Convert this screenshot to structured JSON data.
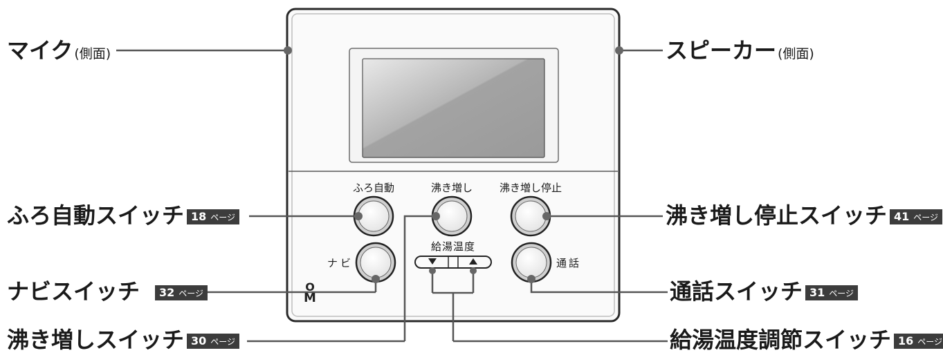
{
  "callouts": {
    "mic": {
      "label": "マイク",
      "suffix": "(側面)"
    },
    "speaker": {
      "label": "スピーカー",
      "suffix": "(側面)"
    },
    "bath_auto": {
      "label": "ふろ自動スイッチ",
      "page_num": "18",
      "page_unit": "ページ"
    },
    "navi": {
      "label": "ナビスイッチ",
      "page_num": "32",
      "page_unit": "ページ"
    },
    "reheat": {
      "label": "沸き増しスイッチ",
      "page_num": "30",
      "page_unit": "ページ"
    },
    "reheat_stop": {
      "label": "沸き増し停止スイッチ",
      "page_num": "41",
      "page_unit": "ページ"
    },
    "call": {
      "label": "通話スイッチ",
      "page_num": "31",
      "page_unit": "ページ"
    },
    "temp_adjust": {
      "label": "給湯温度調節スイッチ",
      "page_num": "16",
      "page_unit": "ページ"
    }
  },
  "panel": {
    "bath_auto_label": "ふろ自動",
    "reheat_label": "沸き増し",
    "reheat_stop_label": "沸き増し停止",
    "navi_label": "ナビ",
    "call_label": "通話",
    "temp_label": "給湯温度",
    "logo_top": "O",
    "logo_bottom": "M"
  },
  "icons": {
    "down": "triangle-down-icon",
    "up": "triangle-up-icon"
  }
}
